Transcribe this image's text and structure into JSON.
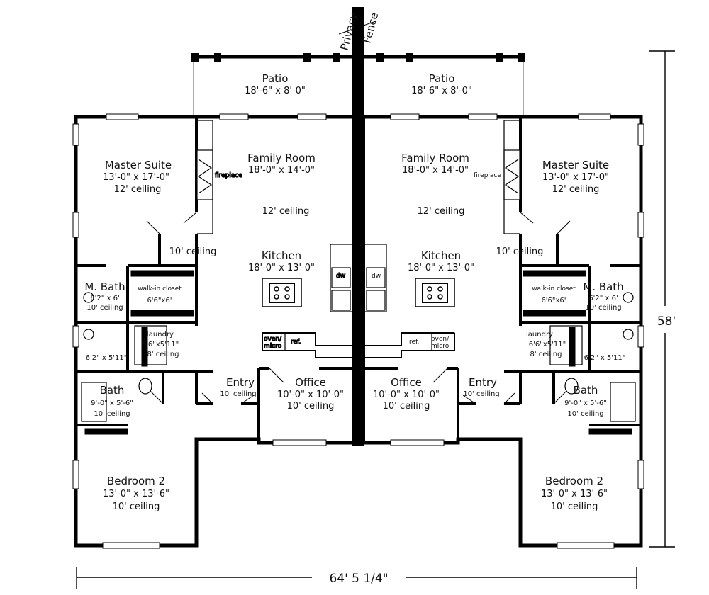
{
  "fence": {
    "line1": "Privacy",
    "line2": "Fence"
  },
  "dimensions": {
    "width": "64' 5 1/4\"",
    "depth": "58'"
  },
  "units": [
    {
      "patio": {
        "name": "Patio",
        "dims": "18'-6\" x 8'-0\""
      },
      "family": {
        "name": "Family Room",
        "dims": "18'-0\" x 14'-0\"",
        "ceiling": "12' ceiling"
      },
      "master": {
        "name": "Master Suite",
        "dims": "13'-0\" x 17'-0\"",
        "ceiling": "12' ceiling"
      },
      "hall_ceiling": "10' ceiling",
      "kitchen": {
        "name": "Kitchen",
        "dims": "18'-0\" x 13'-0\""
      },
      "mbath": {
        "name": "M. Bath",
        "dims": "6'2\" x 6'",
        "ceiling": "10' ceiling"
      },
      "closet": {
        "name": "walk-in closet",
        "dims": "6'6\"x6'"
      },
      "laundry": {
        "name": "laundry",
        "dims": "6'6\"x5'11\"",
        "ceiling": "8' ceiling"
      },
      "shower": {
        "dims": "6'2\" x 5'11\""
      },
      "bath": {
        "name": "Bath",
        "dims": "9'-0\" x 5'-6\"",
        "ceiling": "10' ceiling"
      },
      "entry": {
        "name": "Entry",
        "ceiling": "10' ceiling"
      },
      "office": {
        "name": "Office",
        "dims": "10'-0\" x 10'-0\"",
        "ceiling": "10' ceiling"
      },
      "bedroom": {
        "name": "Bedroom 2",
        "dims": "13'-0\" x 13'-6\"",
        "ceiling": "10' ceiling"
      },
      "labels": {
        "fireplace": "fireplace",
        "oven": "oven/",
        "micro": "micro",
        "ref": "ref.",
        "dw": "dw"
      }
    },
    {
      "patio": {
        "name": "Patio",
        "dims": "18'-6\" x 8'-0\""
      },
      "family": {
        "name": "Family Room",
        "dims": "18'-0\" x 14'-0\"",
        "ceiling": "12' ceiling"
      },
      "master": {
        "name": "Master Suite",
        "dims": "13'-0\" x 17'-0\"",
        "ceiling": "12' ceiling"
      },
      "hall_ceiling": "10' ceiling",
      "kitchen": {
        "name": "Kitchen",
        "dims": "18'-0\" x 13'-0\""
      },
      "mbath": {
        "name": "M. Bath",
        "dims": "6'2\" x 6'",
        "ceiling": "10' ceiling"
      },
      "closet": {
        "name": "walk-in closet",
        "dims": "6'6\"x6'"
      },
      "laundry": {
        "name": "laundry",
        "dims": "6'6\"x5'11\"",
        "ceiling": "8' ceiling"
      },
      "shower": {
        "dims": "6'2\" x 5'11\""
      },
      "bath": {
        "name": "Bath",
        "dims": "9'-0\" x 5'-6\"",
        "ceiling": "10' ceiling"
      },
      "entry": {
        "name": "Entry",
        "ceiling": "10' ceiling"
      },
      "office": {
        "name": "Office",
        "dims": "10'-0\" x 10'-0\"",
        "ceiling": "10' ceiling"
      },
      "bedroom": {
        "name": "Bedroom 2",
        "dims": "13'-0\" x 13'-6\"",
        "ceiling": "10' ceiling"
      },
      "labels": {
        "fireplace": "fireplace",
        "oven": "oven/",
        "micro": "micro",
        "ref": "ref.",
        "dw": "dw"
      }
    }
  ]
}
